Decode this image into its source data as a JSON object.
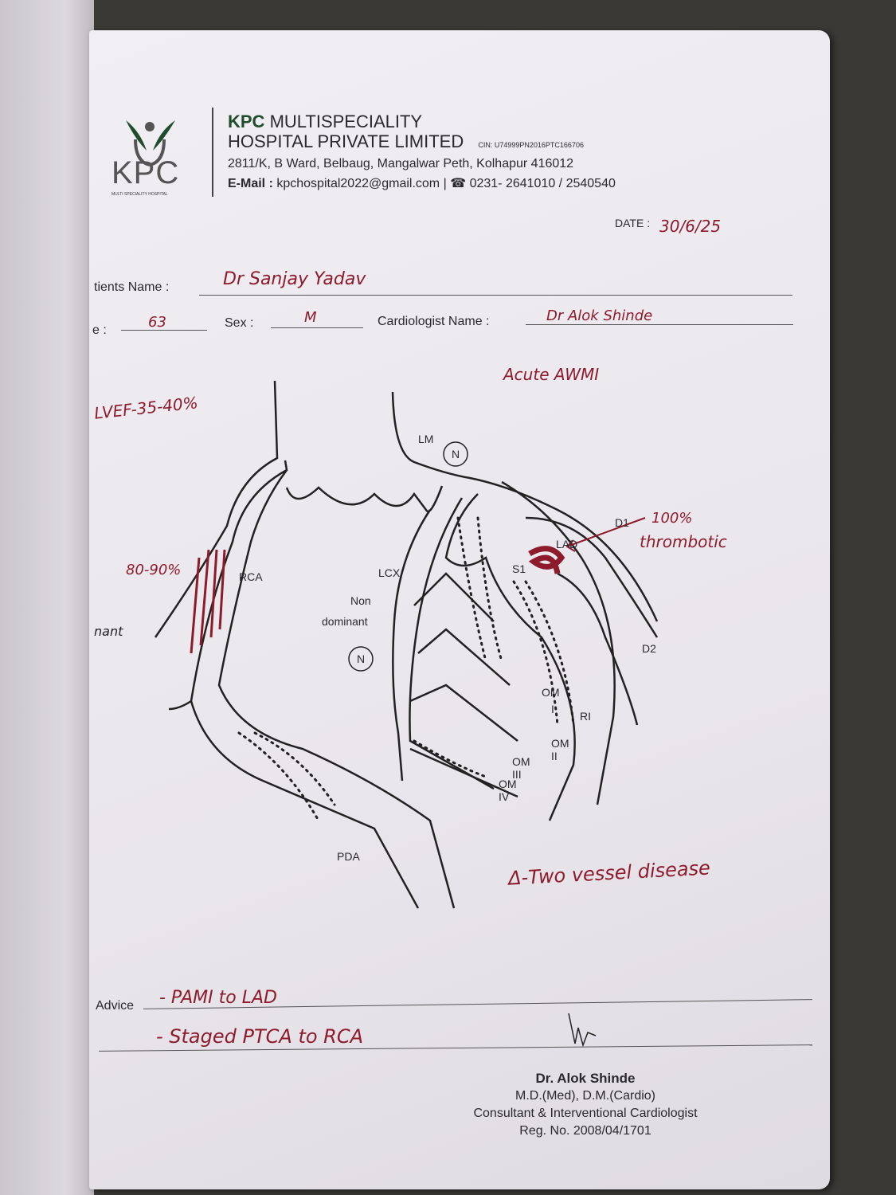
{
  "header": {
    "logo_text": "KPC",
    "logo_sub": "MULTI SPECIALITY HOSPITAL",
    "name_bold": "KPC",
    "name_line1": "MULTISPECIALITY",
    "name_line2": "HOSPITAL PRIVATE LIMITED",
    "cin": "CIN: U74999PN2016PTC166706",
    "address": "2811/K, B Ward, Belbaug, Mangalwar Peth, Kolhapur 416012",
    "email_label": "E-Mail :",
    "email": "kpchospital2022@gmail.com |",
    "phone": "0231- 2641010 / 2540540"
  },
  "form": {
    "date_label": "DATE :",
    "date_value": "30/6/25",
    "patient_label": "tients Name :",
    "patient_value": "Dr Sanjay Yadav",
    "age_label": "e :",
    "age_value": "63",
    "sex_label": "Sex :",
    "sex_value": "M",
    "cardiologist_label": "Cardiologist Name :",
    "cardiologist_value": "Dr Alok Shinde"
  },
  "notes": {
    "lvef": "LVEF-35-40%",
    "acute": "Acute AWMI",
    "rca_stenosis": "80-90%",
    "lad_occlusion": "100%",
    "lad_note": "thrombotic",
    "diagnosis": "Δ-Two vessel disease",
    "left_cut": "nant"
  },
  "diagram": {
    "lm": "LM",
    "n1": "N",
    "rca": "RCA",
    "lcx": "LCX",
    "non": "Non",
    "dominant": "dominant",
    "n2": "N",
    "lad": "LAD",
    "d1": "D1",
    "s1": "S1",
    "d2": "D2",
    "om1a": "OM",
    "om1b": "I",
    "ri": "RI",
    "om2": "OM II",
    "om3": "OM III",
    "om4": "OM IV",
    "pda": "PDA"
  },
  "advice": {
    "label": "Advice",
    "line1": "- PAMI to LAD",
    "line2": "- Staged PTCA to RCA"
  },
  "signature": {
    "name": "Dr. Alok Shinde",
    "degrees": "M.D.(Med), D.M.(Cardio)",
    "title": "Consultant & Interventional Cardiologist",
    "reg": "Reg. No. 2008/04/1701"
  },
  "colors": {
    "brand_green": "#1f4d2c",
    "ink_red": "#8e1b2c"
  }
}
